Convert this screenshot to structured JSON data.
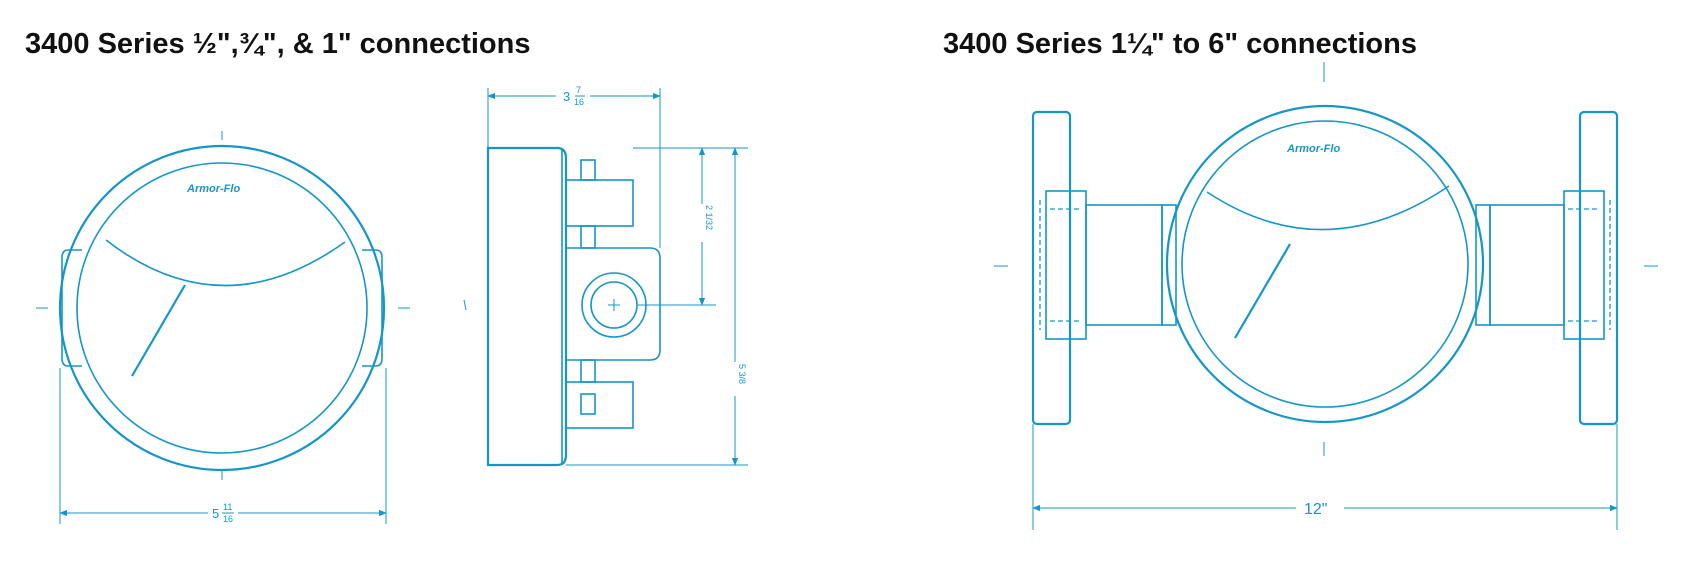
{
  "titles": {
    "left": "3400 Series ½\",¾\", & 1\" connections",
    "right": "3400 Series 1¼\" to 6\" connections"
  },
  "left_front": {
    "brand": "Armor-Flo",
    "width_whole": "5",
    "width_num": "11",
    "width_den": "16"
  },
  "left_side": {
    "depth_whole": "3",
    "depth_num": "7",
    "depth_den": "16",
    "offset_label": "2 1/32",
    "height_label": "5 3/8"
  },
  "right_front": {
    "brand": "Armor-Flo",
    "length_label": "12\""
  },
  "colors": {
    "line": "#1496c8",
    "title": "#111111"
  }
}
